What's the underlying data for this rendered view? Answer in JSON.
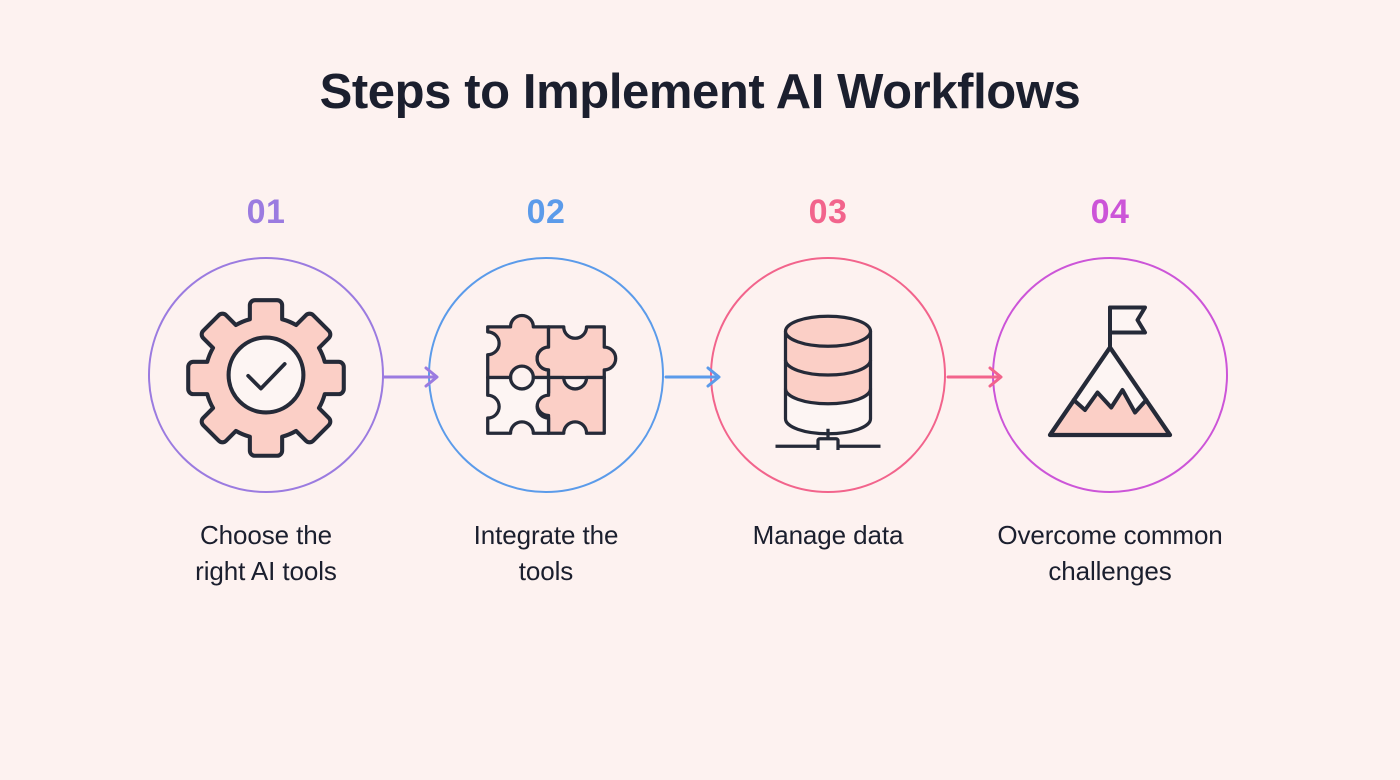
{
  "page": {
    "title": "Steps to Implement AI Workflows",
    "background_color": "#FDF2F0",
    "title_color": "#1B1F2E",
    "text_color": "#1B1F2E",
    "icon_fill": "#FBCFC6",
    "icon_stroke": "#252A38",
    "icon_light_fill": "#FDF5F3"
  },
  "steps": [
    {
      "number": "01",
      "caption": "Choose the\nright AI tools",
      "caption_line1": "Choose the",
      "caption_line2": "right AI tools",
      "icon": "gear-check-icon",
      "accent_color": "#9B7BE0"
    },
    {
      "number": "02",
      "caption": "Integrate the\ntools",
      "caption_line1": "Integrate the",
      "caption_line2": "tools",
      "icon": "puzzle-pieces-icon",
      "accent_color": "#5B9BEA"
    },
    {
      "number": "03",
      "caption": "Manage data",
      "caption_line1": "Manage data",
      "caption_line2": "",
      "icon": "database-icon",
      "accent_color": "#F2648C"
    },
    {
      "number": "04",
      "caption": "Overcome common\nchallenges",
      "caption_line1": "Overcome common",
      "caption_line2": "challenges",
      "icon": "mountain-flag-icon",
      "accent_color": "#CC55D8"
    }
  ],
  "arrows": [
    {
      "name": "arrow-step1-to-step2",
      "color": "#9B7BE0"
    },
    {
      "name": "arrow-step2-to-step3",
      "color": "#5B9BEA"
    },
    {
      "name": "arrow-step3-to-step4",
      "color": "#F2648C"
    }
  ]
}
